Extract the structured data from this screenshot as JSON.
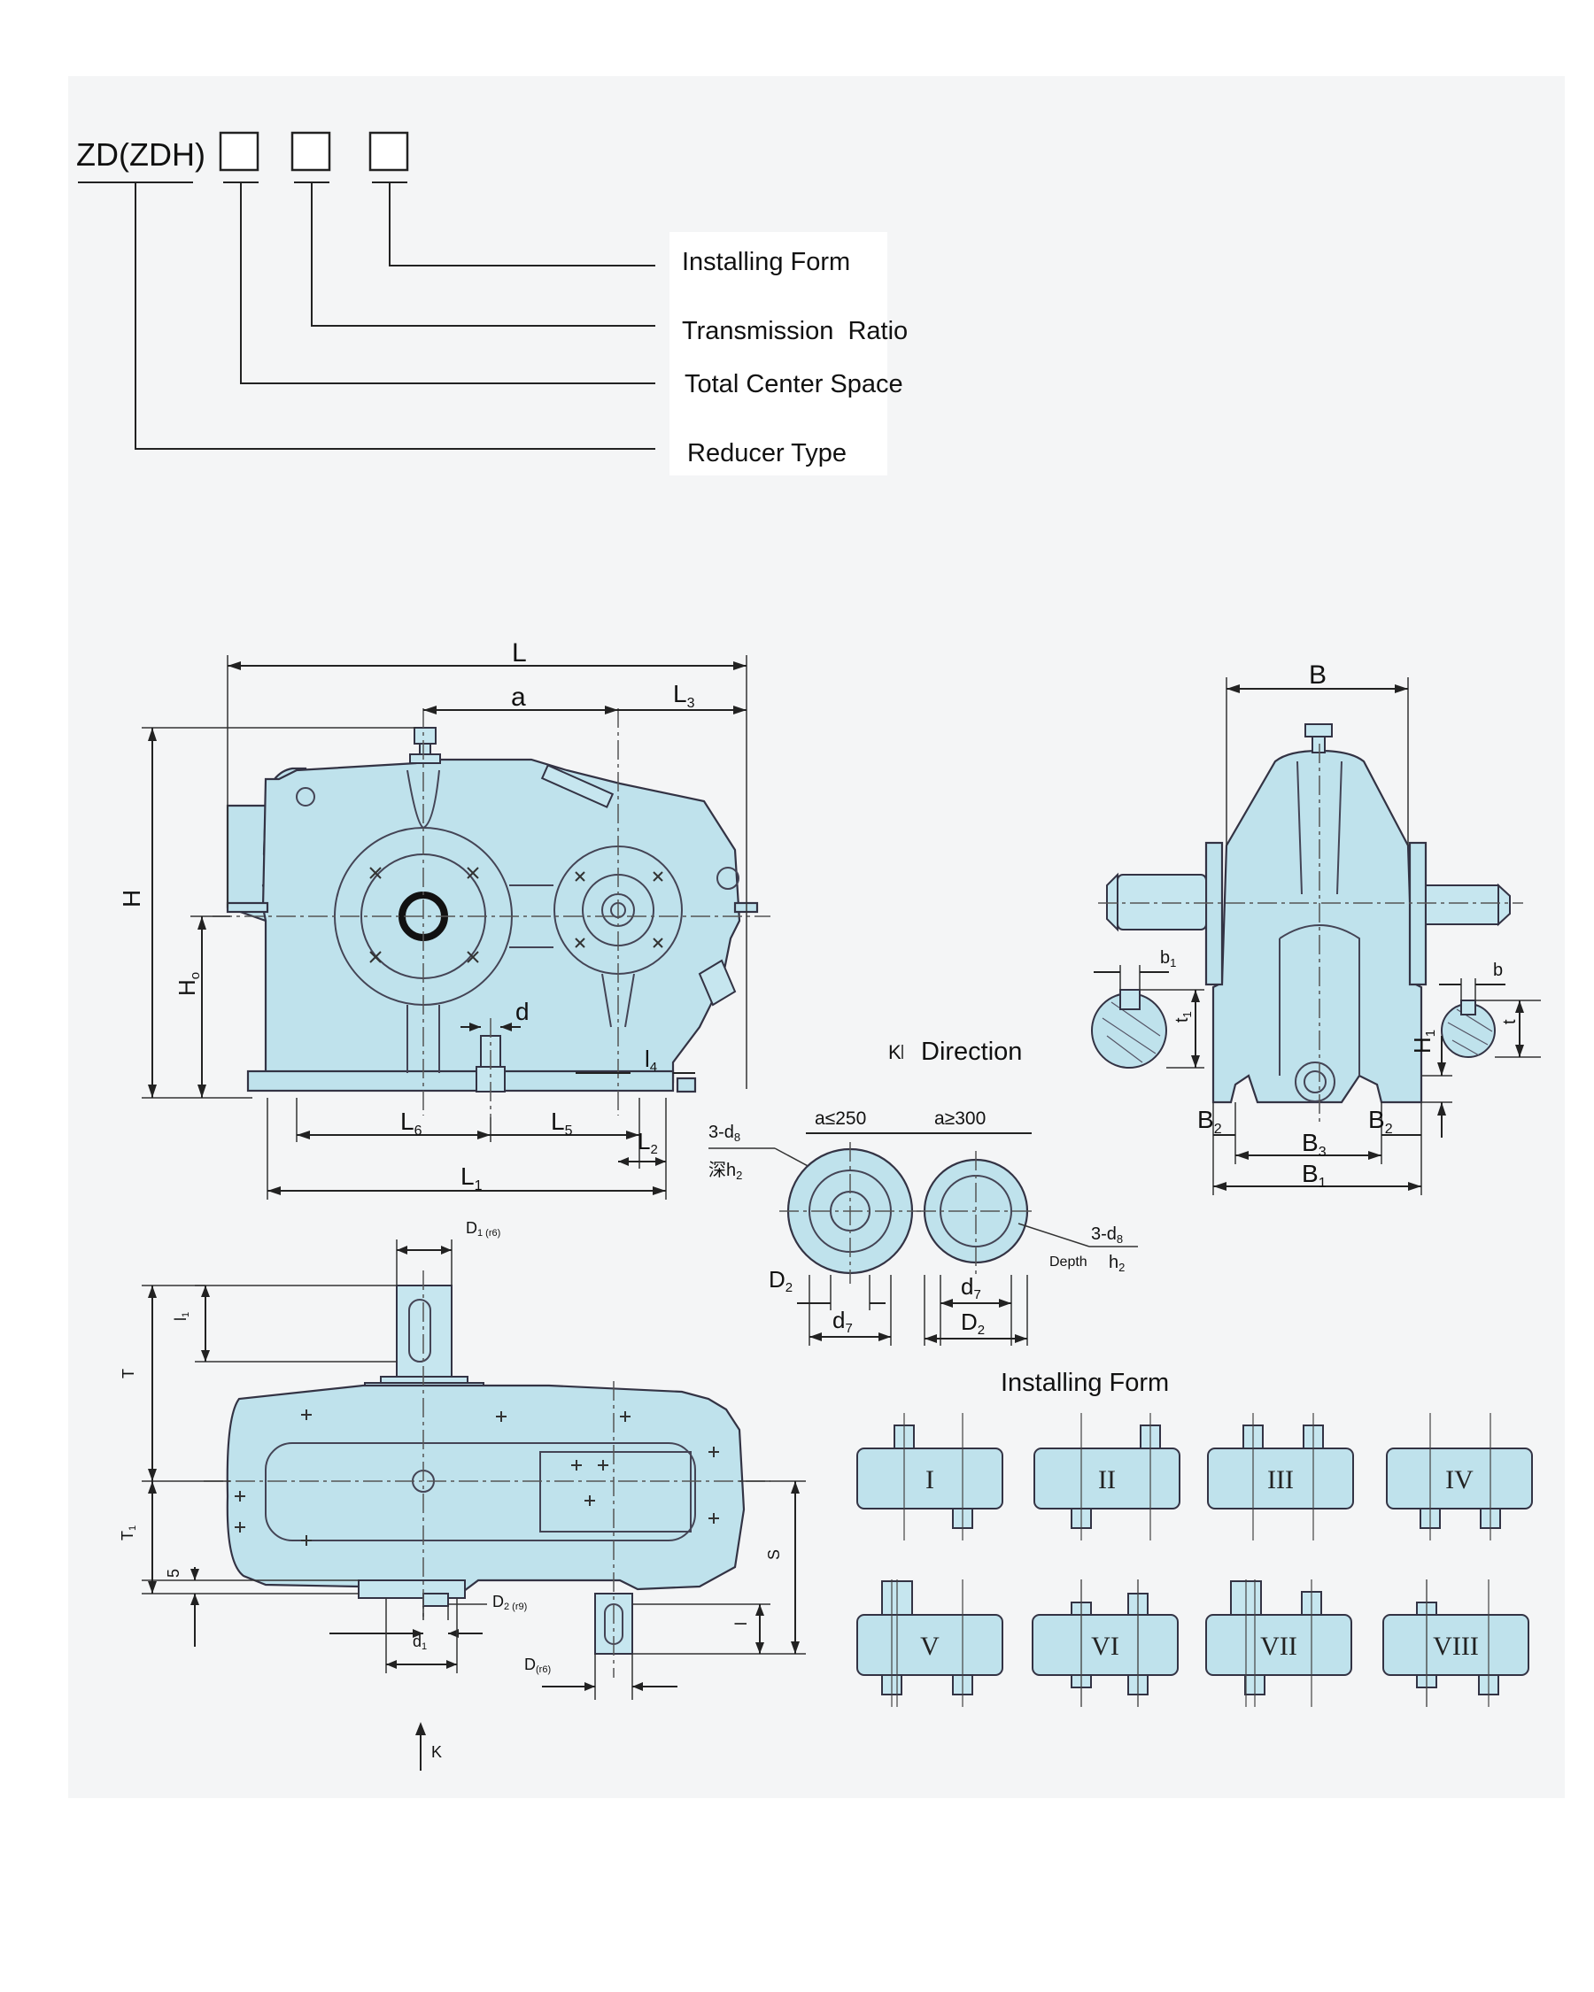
{
  "code": {
    "title": "ZD(ZDH)",
    "boxes": 3
  },
  "legend": [
    {
      "id": "installing-form",
      "label": "Installing Form"
    },
    {
      "id": "transmission-ratio",
      "label": "Transmission  Ratio"
    },
    {
      "id": "total-center-space",
      "label": "Total Center Space"
    },
    {
      "id": "reducer-type",
      "label": "Reducer Type"
    }
  ],
  "front_view": {
    "L": "L",
    "a": "a",
    "L3": "L",
    "L3_sub": "3",
    "H": "H",
    "H0": "H",
    "H0_sub": "o",
    "d": "d",
    "l4": "l",
    "l4_sub": "4",
    "L6": "L",
    "L6_sub": "6",
    "L5": "L",
    "L5_sub": "5",
    "L2": "L",
    "L2_sub": "2",
    "L1": "L",
    "L1_sub": "1"
  },
  "side_view": {
    "B": "B",
    "b1": "b",
    "b1_sub": "1",
    "t1": "t",
    "t1_sub": "1",
    "b": "b",
    "t": "t",
    "H1": "H",
    "H1_sub": "1",
    "B2a": "B",
    "B2a_sub": "2",
    "B3": "B",
    "B3_sub": "3",
    "B2b": "B",
    "B2b_sub": "2",
    "B1": "B",
    "B1_sub": "1"
  },
  "k_direction": {
    "k_letter": "K",
    "label": "Direction",
    "a_small": "a≤250",
    "a_large": "a≥300",
    "left_note_1": "3-d",
    "left_note_1_sub": "8",
    "left_note_2": "深h",
    "left_note_2_sub": "2",
    "right_note_1": "3-d",
    "right_note_1_sub": "8",
    "right_note_depth": "Depth",
    "right_note_h": "h",
    "right_note_h_sub": "2",
    "D2_left": "D",
    "D2_left_sub": "2",
    "d7_left": "d",
    "d7_left_sub": "7",
    "d7_right": "d",
    "d7_right_sub": "7",
    "D2_right": "D",
    "D2_right_sub": "2"
  },
  "top_view": {
    "D1": "D",
    "D1_sub": "1 (r6)",
    "l1": "l",
    "l1_sub": "1",
    "T": "T",
    "T1": "T",
    "T1_sub": "1",
    "five": "5",
    "S": "S",
    "D2": "D",
    "D2_sub": "2 (r9)",
    "d1": "d",
    "d1_sub": "1",
    "l": "l",
    "D": "D",
    "D_sub": "(r6)",
    "K": "K"
  },
  "installing_forms": {
    "title": "Installing Form",
    "forms": [
      "I",
      "II",
      "III",
      "IV",
      "V",
      "VI",
      "VII",
      "VIII"
    ]
  }
}
